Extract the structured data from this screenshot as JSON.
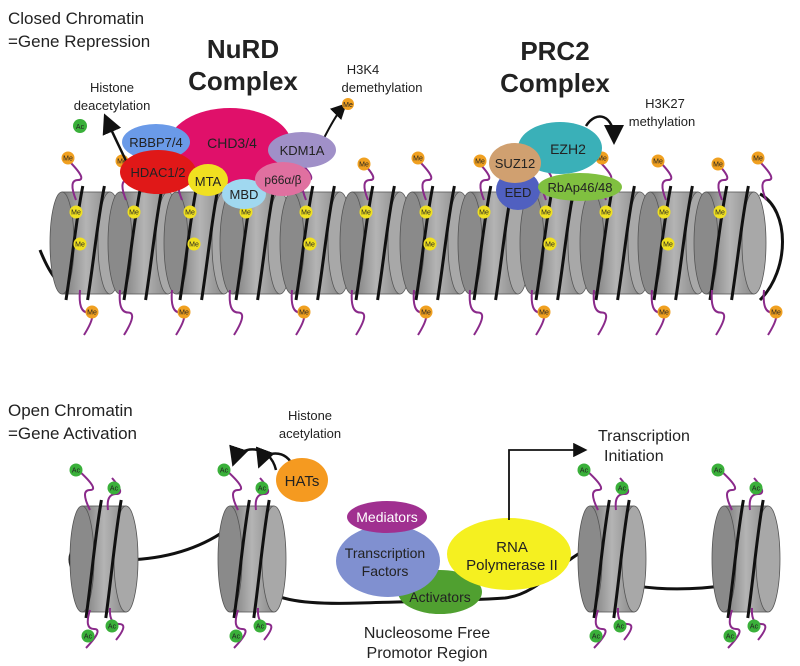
{
  "top": {
    "heading_line1": "Closed Chromatin",
    "heading_line2": "=Gene Repression",
    "nurd_line1": "NuRD",
    "nurd_line2": "Complex",
    "prc2_line1": "PRC2",
    "prc2_line2": "Complex",
    "deacetylation_line1": "Histone",
    "deacetylation_line2": "deacetylation",
    "demethylation_line1": "H3K4",
    "demethylation_line2": "demethylation",
    "methylation_line1": "H3K27",
    "methylation_line2": "methylation",
    "subunits": {
      "rbbp": "RBBP7/4",
      "chd": "CHD3/4",
      "kdm": "KDM1A",
      "hdac": "HDAC1/2",
      "mta": "MTA",
      "mbd": "MBD",
      "p66": "p66α/β",
      "ezh2": "EZH2",
      "suz12": "SUZ12",
      "eed": "EED",
      "rbap": "RbAp46/48"
    },
    "marks": {
      "me": "Me",
      "ac": "Ac"
    }
  },
  "bottom": {
    "heading_line1": "Open Chromatin",
    "heading_line2": "=Gene Activation",
    "acetylation_line1": "Histone",
    "acetylation_line2": "acetylation",
    "hats": "HATs",
    "mediators": "Mediators",
    "tf_line1": "Transcription",
    "tf_line2": "Factors",
    "rnapol_line1": "RNA",
    "rnapol_line2": "Polymerase II",
    "activators": "Activators",
    "initiation_line1": "Transcription",
    "initiation_line2": "Initiation",
    "nfr_line1": "Nucleosome Free",
    "nfr_line2": "Promotor Region",
    "marks": {
      "ac": "Ac"
    }
  },
  "colors": {
    "nucleosome": "#9a9a9a",
    "dna": "#111111",
    "tail": "#8a2a8a",
    "me_mark": "#f0a020",
    "ac_mark": "#3ab03a",
    "chd": "#e0106a",
    "rbbp": "#6a9ae8",
    "hdac": "#e01818",
    "mta": "#f0e020",
    "mbd": "#a0d8f0",
    "p66": "#e070a0",
    "kdm": "#a090c8",
    "ezh2": "#3ab0b8",
    "suz12": "#d0a070",
    "eed": "#5060c0",
    "rbap": "#80c040",
    "hats": "#f59a20",
    "mediators": "#a03090",
    "tf": "#8090d0",
    "rnapol": "#f5f020",
    "activators": "#50a030"
  }
}
